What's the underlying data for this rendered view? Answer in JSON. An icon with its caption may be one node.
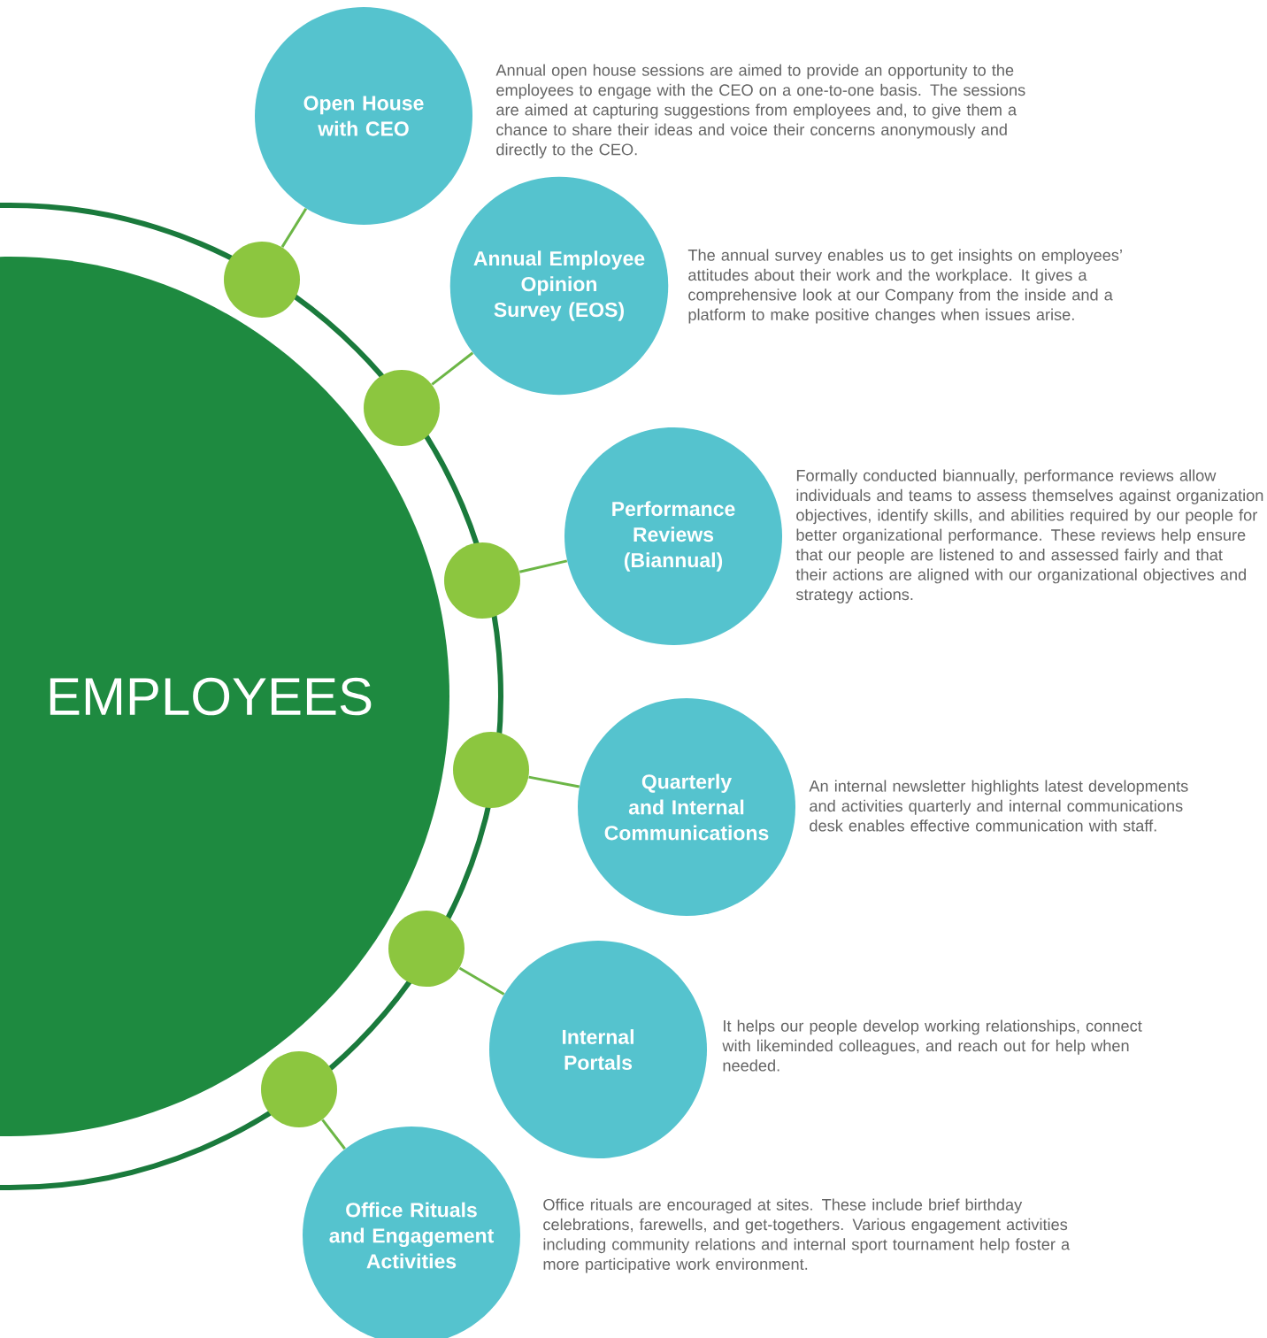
{
  "diagram": {
    "nodes": [
      {
        "text": [
          "EMPLOYEES"
        ]
      },
      {
        "text": [
          "Open House with CEO"
        ],
        "beside": [
          "Annual open house sessions are aimed to provide an opportunity to the employees to engage with the CEO on a one-to-one basis. The sessions are aimed at capturing suggestions from employees and, to give them a chance to share their ideas and voice their concerns anonymously and directly to the CEO."
        ]
      },
      {
        "text": [
          "Annual Employee Opinion Survey (EOS)"
        ],
        "beside": [
          "The annual survey enables us to get insights on employees’ attitudes about their work and the workplace. It gives a comprehensive look at our Company from the inside and a platform to make positive changes when issues arise."
        ]
      },
      {
        "text": [
          "Performance Reviews (Biannual)"
        ],
        "beside": [
          "Formally conducted biannually, performance reviews allow individuals and teams to assess themselves against organization objectives, identify skills, and abilities required by our people for better organizational performance. These reviews help ensure that our people are listened to and assessed fairly and that their actions are aligned with our organizational objectives and strategy actions."
        ]
      },
      {
        "text": [
          "Quarterly and Internal Communications"
        ],
        "beside": [
          "An internal newsletter highlights latest developments and activities quarterly and internal communications desk enables effective communication with staff."
        ]
      },
      {
        "text": [
          "Internal Portals"
        ],
        "beside": [
          "It helps our people develop working relationships, connect with likeminded colleagues, and reach out for help when needed."
        ]
      },
      {
        "text": [
          "Office Rituals and Engagement Activities"
        ],
        "beside": [
          "Office rituals are encouraged at sites. These include brief birthday celebrations, farewells, and get-togethers. Various engagement activities including community relations and internal sport tournament help foster a more participative work environment."
        ]
      },
      {
        "text": [],
        "shape": "circle"
      },
      {
        "text": [],
        "shape": "circle"
      },
      {
        "text": [],
        "shape": "circle"
      },
      {
        "text": [],
        "shape": "circle"
      },
      {
        "text": [],
        "shape": "circle"
      },
      {
        "text": [],
        "shape": "circle"
      }
    ],
    "edges": [
      {
        "from": 7,
        "to": 1,
        "arrow": "none"
      },
      {
        "from": 8,
        "to": 2,
        "arrow": "none"
      },
      {
        "from": 9,
        "to": 3,
        "arrow": "none"
      },
      {
        "from": 10,
        "to": 4,
        "arrow": "none"
      },
      {
        "from": 11,
        "to": 5,
        "arrow": "none"
      },
      {
        "from": 12,
        "to": 6,
        "arrow": "none"
      }
    ]
  }
}
